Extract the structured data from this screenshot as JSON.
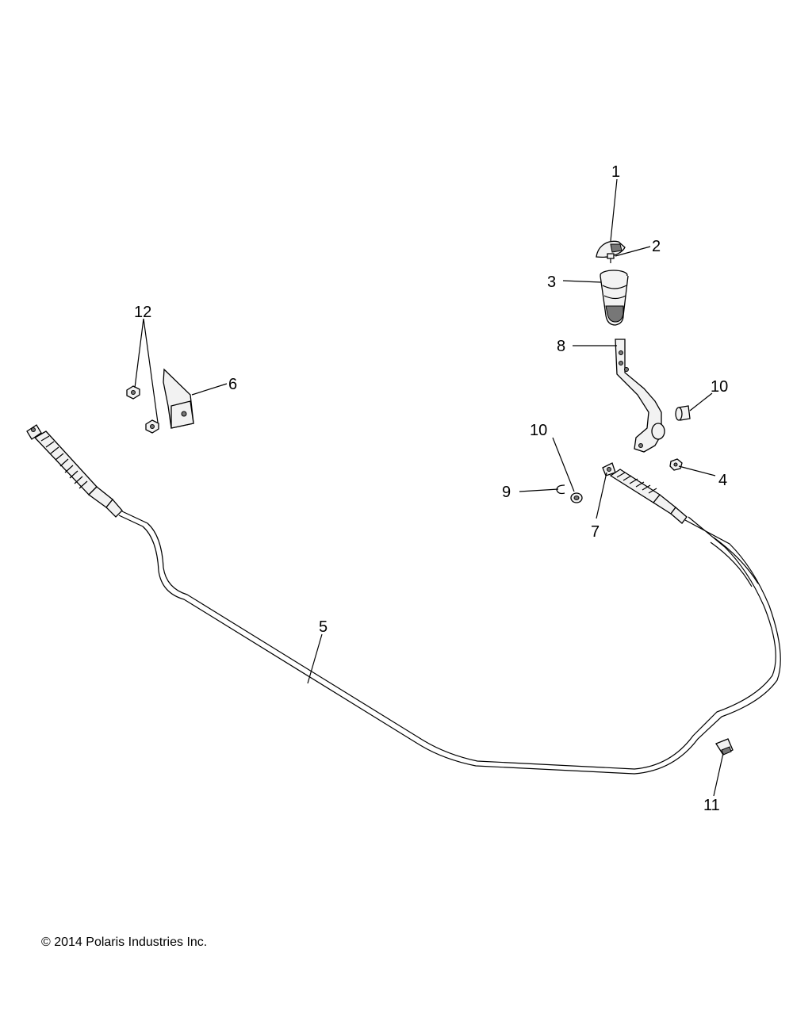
{
  "callouts": [
    {
      "id": "1",
      "label": "1"
    },
    {
      "id": "2",
      "label": "2"
    },
    {
      "id": "3",
      "label": "3"
    },
    {
      "id": "4",
      "label": "4"
    },
    {
      "id": "5",
      "label": "5"
    },
    {
      "id": "6",
      "label": "6"
    },
    {
      "id": "7",
      "label": "7"
    },
    {
      "id": "8",
      "label": "8"
    },
    {
      "id": "9",
      "label": "9"
    },
    {
      "id": "10a",
      "label": "10"
    },
    {
      "id": "10b",
      "label": "10"
    },
    {
      "id": "11",
      "label": "11"
    },
    {
      "id": "12",
      "label": "12"
    }
  ],
  "copyright": "© 2014 Polaris Industries Inc."
}
